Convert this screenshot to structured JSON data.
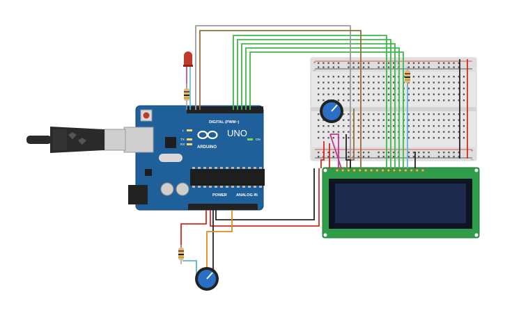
{
  "arduino": {
    "brand": "ARDUINO",
    "model": "UNO",
    "digital_header": "DIGITAL (PWM~)",
    "power_label": "POWER",
    "analog_label": "ANALOG IN",
    "on_label": "ON",
    "tx_label": "TX",
    "rx_label": "RX",
    "l_label": "L",
    "board_color": "#1f5f9a"
  },
  "lcd": {
    "board_color": "#2f9c4a",
    "screen_color": "#1c2a4d"
  },
  "breadboard": {
    "plus": "+",
    "minus": "−"
  },
  "wire_colors": {
    "green": "#3cb94a",
    "red": "#d6281c",
    "black": "#222222",
    "brown": "#9a6a3a",
    "grey": "#9a9a9a",
    "magenta": "#c2348e",
    "orange": "#e08a1e",
    "cyan": "#5ab6d6"
  },
  "icons": [
    "usb-plug-icon",
    "led-icon",
    "resistor-icon",
    "potentiometer-icon"
  ]
}
